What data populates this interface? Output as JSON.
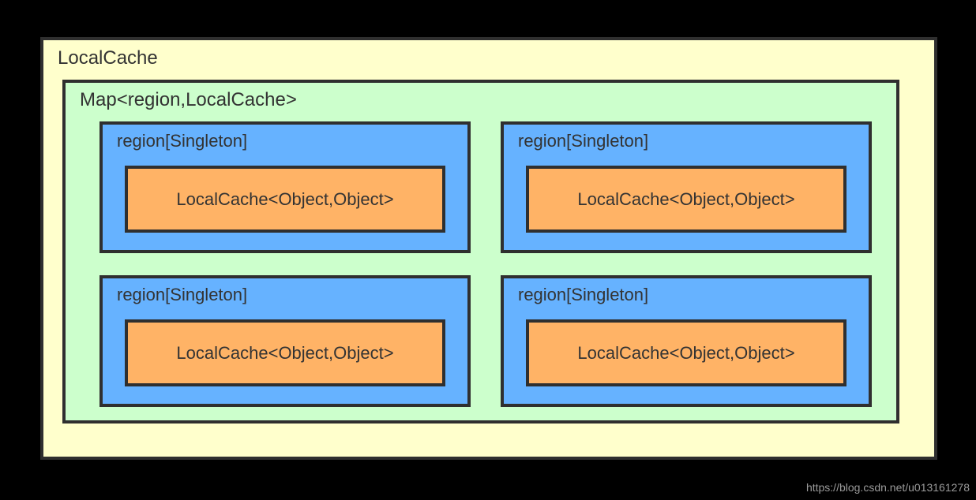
{
  "diagram": {
    "outer": {
      "title": "LocalCache",
      "fill": "#ffffcc",
      "border": "#2f2f2f"
    },
    "map": {
      "title": "Map<region,LocalCache>",
      "fill": "#ccffcc",
      "border": "#2f2f2f"
    },
    "regions": [
      {
        "title": "region[Singleton]",
        "fill": "#66b2ff",
        "cache": {
          "label": "LocalCache<Object,Object>",
          "fill": "#ffb366"
        }
      },
      {
        "title": "region[Singleton]",
        "fill": "#66b2ff",
        "cache": {
          "label": "LocalCache<Object,Object>",
          "fill": "#ffb366"
        }
      },
      {
        "title": "region[Singleton]",
        "fill": "#66b2ff",
        "cache": {
          "label": "LocalCache<Object,Object>",
          "fill": "#ffb366"
        }
      },
      {
        "title": "region[Singleton]",
        "fill": "#66b2ff",
        "cache": {
          "label": "LocalCache<Object,Object>",
          "fill": "#ffb366"
        }
      }
    ]
  },
  "watermark": {
    "text": "https://blog.csdn.net/u013161278"
  }
}
